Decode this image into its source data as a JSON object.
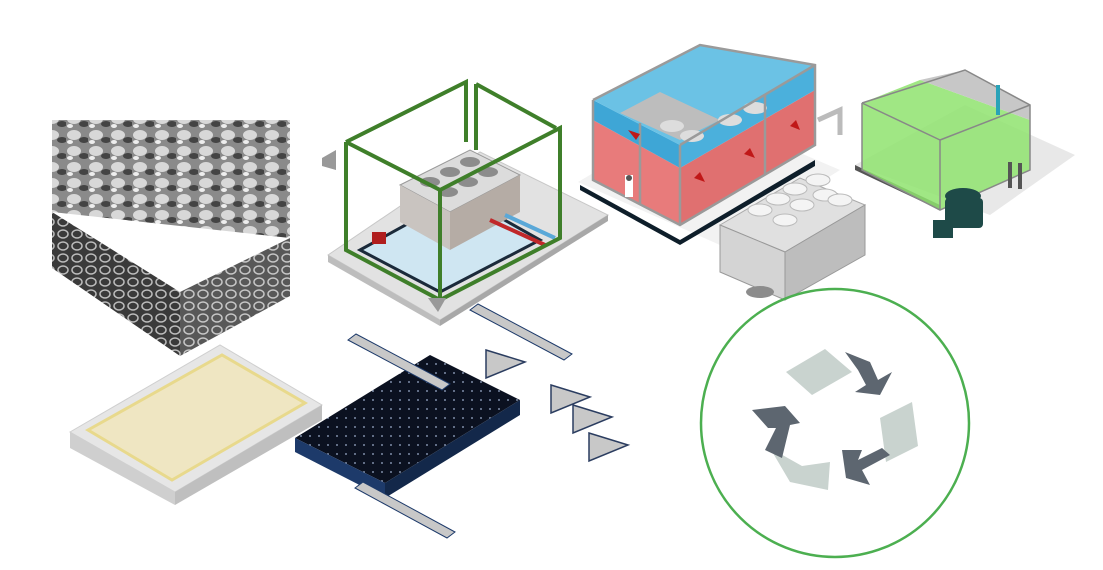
{
  "illustrations": [
    {
      "name": "metal-foam-block",
      "icon": "metal-foam-icon"
    },
    {
      "name": "caged-chiller-unit",
      "icon": "chiller-cage-icon"
    },
    {
      "name": "air-handling-building",
      "icon": "building-airflow-icon"
    },
    {
      "name": "air-cooled-chiller",
      "icon": "fan-chiller-icon"
    },
    {
      "name": "green-plant-room",
      "icon": "plant-room-icon"
    },
    {
      "name": "filter-panel",
      "icon": "filter-panel-icon"
    },
    {
      "name": "perforated-plate-parts",
      "icon": "perforated-plate-icon"
    },
    {
      "name": "recycle-symbol",
      "icon": "recycle-icon"
    }
  ],
  "colors": {
    "frame_green": "#3f7f2a",
    "circle_green": "#4caf50",
    "room_blue": "#3ea6d6",
    "room_red": "#e87b7b",
    "plant_green": "#8fe36e",
    "recycle_dark": "#5d6670",
    "recycle_light": "#c9d3cf",
    "plate_navy": "#0e1a33"
  }
}
